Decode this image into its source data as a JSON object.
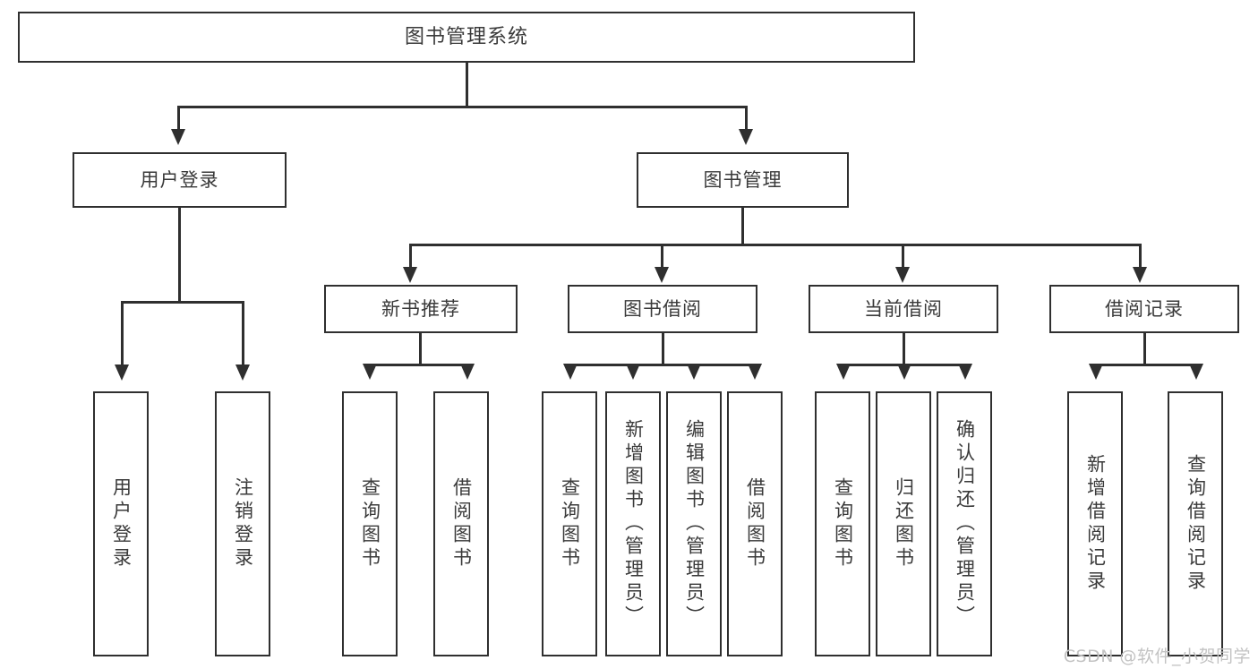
{
  "diagram": {
    "type": "tree-hierarchy",
    "title": "图书管理系统",
    "watermark": "CSDN @软件_小贺同学",
    "colors": {
      "box_border": "#2f2f2f",
      "box_fill": "#ffffff",
      "text": "#3a3a3a",
      "connector": "#2f2f2f",
      "watermark": "#c3c3c3",
      "background": "#ffffff"
    },
    "nodes": {
      "root": {
        "label": "图书管理系统"
      },
      "level2": [
        {
          "id": "user-login",
          "label": "用户登录"
        },
        {
          "id": "book-management",
          "label": "图书管理"
        }
      ],
      "level3": [
        {
          "id": "new-book-recommend",
          "label": "新书推荐"
        },
        {
          "id": "book-borrow",
          "label": "图书借阅"
        },
        {
          "id": "current-borrow",
          "label": "当前借阅"
        },
        {
          "id": "borrow-record",
          "label": "借阅记录"
        }
      ],
      "leaves": {
        "user-login": [
          {
            "id": "leaf-user-login",
            "label": "用户登录"
          },
          {
            "id": "leaf-user-logout",
            "label": "注销登录"
          }
        ],
        "new-book-recommend": [
          {
            "id": "leaf-query-book-1",
            "label": "查询图书"
          },
          {
            "id": "leaf-borrow-book-1",
            "label": "借阅图书"
          }
        ],
        "book-borrow": [
          {
            "id": "leaf-query-book-2",
            "label": "查询图书"
          },
          {
            "id": "leaf-add-book",
            "label": "新增图书（管理员）"
          },
          {
            "id": "leaf-edit-book",
            "label": "编辑图书（管理员）"
          },
          {
            "id": "leaf-borrow-book-2",
            "label": "借阅图书"
          }
        ],
        "current-borrow": [
          {
            "id": "leaf-query-book-3",
            "label": "查询图书"
          },
          {
            "id": "leaf-return-book",
            "label": "归还图书"
          },
          {
            "id": "leaf-confirm-return",
            "label": "确认归还（管理员）"
          }
        ],
        "borrow-record": [
          {
            "id": "leaf-add-record",
            "label": "新增借阅记录"
          },
          {
            "id": "leaf-query-record",
            "label": "查询借阅记录"
          }
        ]
      }
    }
  }
}
